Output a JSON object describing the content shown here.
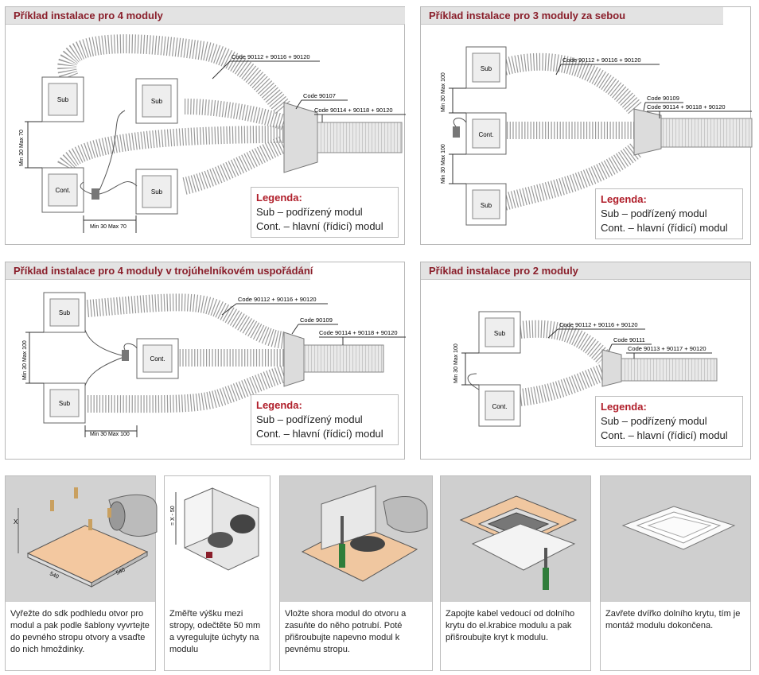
{
  "colors": {
    "title": "#8a1f2b",
    "legend_title": "#b01e2a",
    "title_bar": "#e3e3e3"
  },
  "labels": {
    "sub": "Sub",
    "cont": "Cont."
  },
  "legend": {
    "title": "Legenda:",
    "line1": "Sub – podřízený modul",
    "line2": "Cont. – hlavní (řídicí) modul"
  },
  "panels": [
    {
      "title": "Příklad instalace pro 4 moduly",
      "codes": [
        "Code 90112 + 90116 + 90120",
        "Code 90107",
        "Code 90114 + 90118 + 90120"
      ],
      "dims": [
        "Min 30 Max 70",
        "Min 30 Max 70"
      ]
    },
    {
      "title": "Příklad instalace pro 3 moduly za sebou",
      "codes": [
        "Code 90112 + 90116 + 90120",
        "Code 90109",
        "Code 90114 + 90118 + 90120"
      ],
      "dims": [
        "Min 30 Max 100",
        "Min 30 Max 100"
      ]
    },
    {
      "title": "Příklad instalace pro 4 moduly v trojúhelníkovém uspořádání",
      "codes": [
        "Code 90112 + 90116 + 90120",
        "Code 90109",
        "Code 90114 + 90118 + 90120"
      ],
      "dims": [
        "Min 30 Max 100",
        "Min 30 Max 100"
      ]
    },
    {
      "title": "Příklad instalace pro 2 moduly",
      "codes": [
        "Code 90112 + 90116 + 90120",
        "Code 90111",
        "Code 90113 + 90117 + 90120"
      ],
      "dims": [
        "Min 30 Max 100"
      ]
    }
  ],
  "steps": [
    {
      "caption": "Vyřežte do sdk podhledu otvor pro modul a pak podle šablony vyvrtejte do pevného stropu otvory a vsaďte do nich hmoždinky.",
      "dims": [
        "X",
        "540",
        "540"
      ]
    },
    {
      "caption": "Změřte výšku mezi stropy, odečtěte 50 mm a vyregulujte úchyty na modulu",
      "dims": [
        "= X - 50"
      ]
    },
    {
      "caption": "Vložte shora modul do otvoru a zasuňte do něho potrubí. Poté přišroubujte napevno modul k pevnému stropu."
    },
    {
      "caption": "Zapojte kabel vedoucí od dolního krytu do el.krabice modulu a pak přišroubujte kryt k modulu."
    },
    {
      "caption": "Zavřete dvířko dolního krytu, tím je montáž modulu dokončena."
    }
  ]
}
